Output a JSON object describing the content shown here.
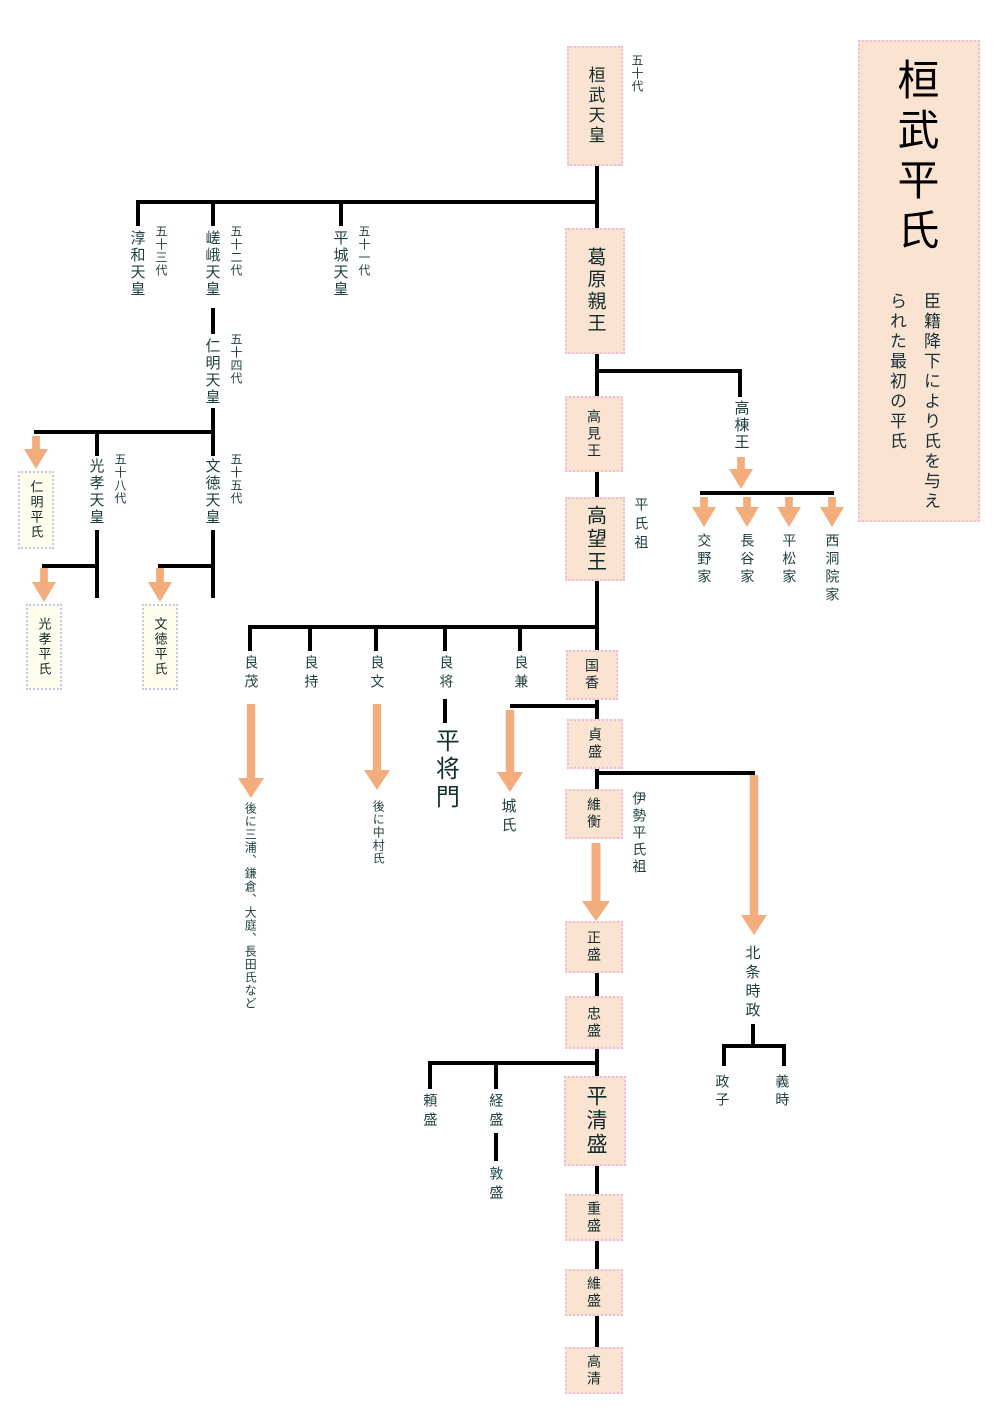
{
  "title": {
    "main": "桓武平氏",
    "subtitle_line1": "臣籍降下により氏を与え",
    "subtitle_line2": "られた最初の平氏"
  },
  "nodes": {
    "kanmu": {
      "label": "桓武天皇",
      "gen": "五十代"
    },
    "heizei": {
      "label": "平城天皇",
      "gen": "五十一代"
    },
    "saga": {
      "label": "嵯峨天皇",
      "gen": "五十二代"
    },
    "junna": {
      "label": "淳和天皇",
      "gen": "五十三代"
    },
    "ninmyo": {
      "label": "仁明天皇",
      "gen": "五十四代"
    },
    "montoku": {
      "label": "文徳天皇",
      "gen": "五十五代"
    },
    "koko": {
      "label": "光孝天皇",
      "gen": "五十八代"
    },
    "ninmyo_heishi": {
      "label": "仁明平氏"
    },
    "koko_heishi": {
      "label": "光孝平氏"
    },
    "montoku_heishi": {
      "label": "文徳平氏"
    },
    "kazurawara": {
      "label": "葛原親王"
    },
    "takami": {
      "label": "高見王"
    },
    "takamune": {
      "label": "高棟王"
    },
    "katano": {
      "label": "交野家"
    },
    "hase": {
      "label": "長谷家"
    },
    "hiramatsu": {
      "label": "平松家"
    },
    "nishinotoin": {
      "label": "西洞院家"
    },
    "takamochi": {
      "label": "高望王",
      "note": "平氏祖"
    },
    "yoshishige": {
      "label": "良茂",
      "note": "後に三浦、鎌倉、大庭、長田氏など"
    },
    "yoshimochi": {
      "label": "良持"
    },
    "yoshifumi": {
      "label": "良文",
      "note": "後に中村氏"
    },
    "yoshimasa": {
      "label": "良将"
    },
    "yoshikane": {
      "label": "良兼"
    },
    "kunika": {
      "label": "国香"
    },
    "masakado": {
      "label": "平将門"
    },
    "joshi": {
      "label": "城氏"
    },
    "sadamori": {
      "label": "貞盛"
    },
    "korehira": {
      "label": "維衡",
      "note": "伊勢平氏祖"
    },
    "hojo_tokimasa": {
      "label": "北条時政"
    },
    "masako": {
      "label": "政子"
    },
    "yoshitoki": {
      "label": "義時"
    },
    "masamori": {
      "label": "正盛"
    },
    "tadamori": {
      "label": "忠盛"
    },
    "yorimori": {
      "label": "頼盛"
    },
    "tsunemori": {
      "label": "経盛"
    },
    "atsumori": {
      "label": "敦盛"
    },
    "kiyomori": {
      "label": "平清盛"
    },
    "shigemori": {
      "label": "重盛"
    },
    "koremori": {
      "label": "維盛"
    },
    "takakiyo": {
      "label": "高清"
    }
  },
  "colors": {
    "box_bg": "#fae3d0",
    "box_border": "#f0bcd8",
    "clan_bg": "#fffdec",
    "clan_border": "#c6c6e8",
    "arrow": "#f3ac7c",
    "line": "#000000",
    "text": "#1d3f3f"
  }
}
